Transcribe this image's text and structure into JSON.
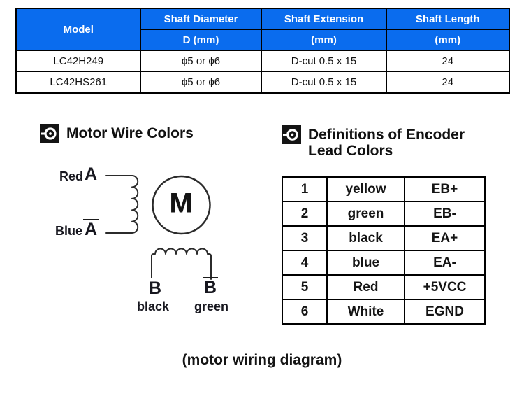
{
  "colors": {
    "table_header_blue": "#0a6cee",
    "table_header_text": "#ffffff",
    "border_black": "#000000",
    "diagram_line": "#2b2b2b"
  },
  "spec_table": {
    "columns": [
      {
        "title": "Model",
        "subtitle": ""
      },
      {
        "title": "Shaft Diameter",
        "subtitle": "D (mm)"
      },
      {
        "title": "Shaft Extension",
        "subtitle": "(mm)"
      },
      {
        "title": "Shaft Length",
        "subtitle": "(mm)"
      }
    ],
    "rows": [
      [
        "LC42H249",
        "ϕ5 or ϕ6",
        "D-cut 0.5 x 15",
        "24"
      ],
      [
        "LC42HS261",
        "ϕ5 or ϕ6",
        "D-cut 0.5 x 15",
        "24"
      ]
    ]
  },
  "sections": {
    "motor_wire": {
      "title": "Motor Wire Colors"
    },
    "encoder": {
      "title_line1": "Definitions of Encoder",
      "title_line2": "Lead Colors"
    }
  },
  "wiring_diagram": {
    "motor_symbol": "M",
    "phase_a": {
      "wire_color": "Red",
      "terminal": "A"
    },
    "phase_a_bar": {
      "wire_color": "Blue",
      "terminal": "A"
    },
    "phase_b": {
      "terminal": "B",
      "wire_color": "black"
    },
    "phase_b_bar": {
      "terminal": "B",
      "wire_color": "green"
    }
  },
  "encoder_table": {
    "rows": [
      {
        "pin": "1",
        "color": "yellow",
        "signal": "EB+"
      },
      {
        "pin": "2",
        "color": "green",
        "signal": "EB-"
      },
      {
        "pin": "3",
        "color": "black",
        "signal": "EA+"
      },
      {
        "pin": "4",
        "color": "blue",
        "signal": "EA-"
      },
      {
        "pin": "5",
        "color": "Red",
        "signal": "+5VCC"
      },
      {
        "pin": "6",
        "color": "White",
        "signal": "EGND"
      }
    ]
  },
  "caption": "(motor wiring diagram)"
}
